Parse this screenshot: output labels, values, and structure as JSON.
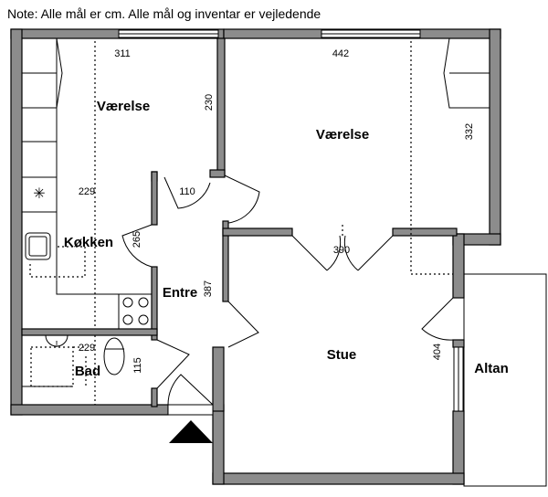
{
  "note": "Note: Alle mål er cm. Alle mål og inventar er vejledende",
  "rooms": {
    "vaerelse1": "Værelse",
    "vaerelse2": "Værelse",
    "kokken": "Køkken",
    "entre": "Entre",
    "bad": "Bad",
    "stue": "Stue",
    "altan": "Altan"
  },
  "dimensions": {
    "d311": "311",
    "d442": "442",
    "d230": "230",
    "d332": "332",
    "d229a": "229",
    "d110": "110",
    "d265": "265",
    "d390": "390",
    "d387": "387",
    "d229b": "229",
    "d115": "115",
    "d404": "404"
  }
}
